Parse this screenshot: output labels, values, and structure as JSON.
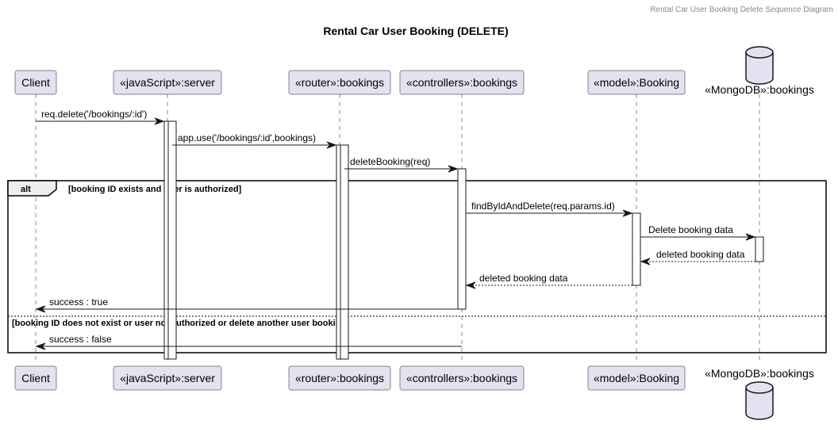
{
  "header": "Rental Car User Booking Delete Sequence Diagram",
  "title": "Rental Car User Booking (DELETE)",
  "colors": {
    "participant_fill": "#e2e2f0",
    "participant_border": "#181818",
    "lifeline": "#181818",
    "activation_fill": "#ffffff",
    "arrow": "#181818"
  },
  "participants": [
    {
      "id": "client",
      "label": "Client",
      "shape": "box"
    },
    {
      "id": "server",
      "label": "«javaScript»:server",
      "shape": "box"
    },
    {
      "id": "router",
      "label": "«router»:bookings",
      "shape": "box"
    },
    {
      "id": "controller",
      "label": "«controllers»:bookings",
      "shape": "box"
    },
    {
      "id": "model",
      "label": "«model»:Booking",
      "shape": "box"
    },
    {
      "id": "db",
      "label": "«MongoDB»:bookings",
      "shape": "database-icon"
    }
  ],
  "messages": [
    {
      "id": "m1",
      "label": "req.delete('/bookings/:id')",
      "from": "client",
      "to": "server",
      "style": "solid"
    },
    {
      "id": "m2",
      "label": "app.use('/bookings/:id',bookings)",
      "from": "server",
      "to": "router",
      "style": "solid"
    },
    {
      "id": "m3",
      "label": "deleteBooking(req)",
      "from": "router",
      "to": "controller",
      "style": "solid"
    },
    {
      "id": "m4",
      "label": "findByIdAndDelete(req.params.id)",
      "from": "controller",
      "to": "model",
      "style": "solid"
    },
    {
      "id": "m5",
      "label": "Delete booking data",
      "from": "model",
      "to": "db",
      "style": "solid"
    },
    {
      "id": "m6",
      "label": "deleted booking data",
      "from": "db",
      "to": "model",
      "style": "dashed"
    },
    {
      "id": "m7",
      "label": "deleted booking data",
      "from": "model",
      "to": "controller",
      "style": "dashed"
    },
    {
      "id": "m8",
      "label": "success : true",
      "from": "controller",
      "to": "client",
      "style": "solid"
    },
    {
      "id": "m9",
      "label": "success : false",
      "from": "controller",
      "to": "client",
      "style": "solid"
    }
  ],
  "alt_frame": {
    "label": "alt",
    "guards": [
      "[booking ID exists and user is authorized]",
      "[booking ID does not exist or user not authorized or delete another user booking]"
    ]
  }
}
